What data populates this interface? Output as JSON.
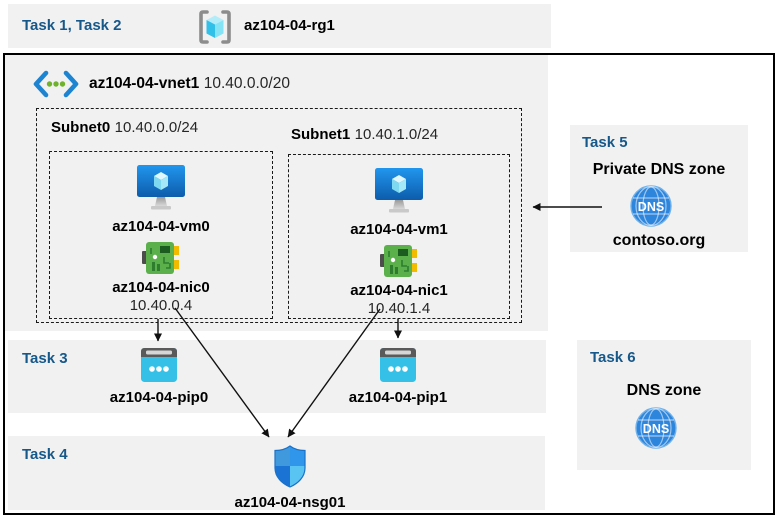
{
  "colors": {
    "accent_blue": "#17588a",
    "panel_gray": "#f1f1f1",
    "arrow_black": "#111111"
  },
  "top_bar": {
    "tasks_label": "Task 1, Task 2",
    "resource_group_name": "az104-04-rg1"
  },
  "vnet": {
    "name": "az104-04-vnet1",
    "cidr": "10.40.0.0/20"
  },
  "subnets": [
    {
      "name": "Subnet0",
      "cidr": "10.40.0.0/24",
      "vm_name": "az104-04-vm0",
      "nic_name": "az104-04-nic0",
      "nic_ip": "10.40.0.4"
    },
    {
      "name": "Subnet1",
      "cidr": "10.40.1.0/24",
      "vm_name": "az104-04-vm1",
      "nic_name": "az104-04-nic1",
      "nic_ip": "10.40.1.4"
    }
  ],
  "task3": {
    "label": "Task 3",
    "pip0_name": "az104-04-pip0",
    "pip1_name": "az104-04-pip1"
  },
  "task4": {
    "label": "Task 4",
    "nsg_name": "az104-04-nsg01"
  },
  "task5": {
    "label": "Task 5",
    "title": "Private DNS zone",
    "zone_name": "contoso.org",
    "icon_text": "DNS"
  },
  "task6": {
    "label": "Task 6",
    "title": "DNS zone",
    "icon_text": "DNS"
  }
}
